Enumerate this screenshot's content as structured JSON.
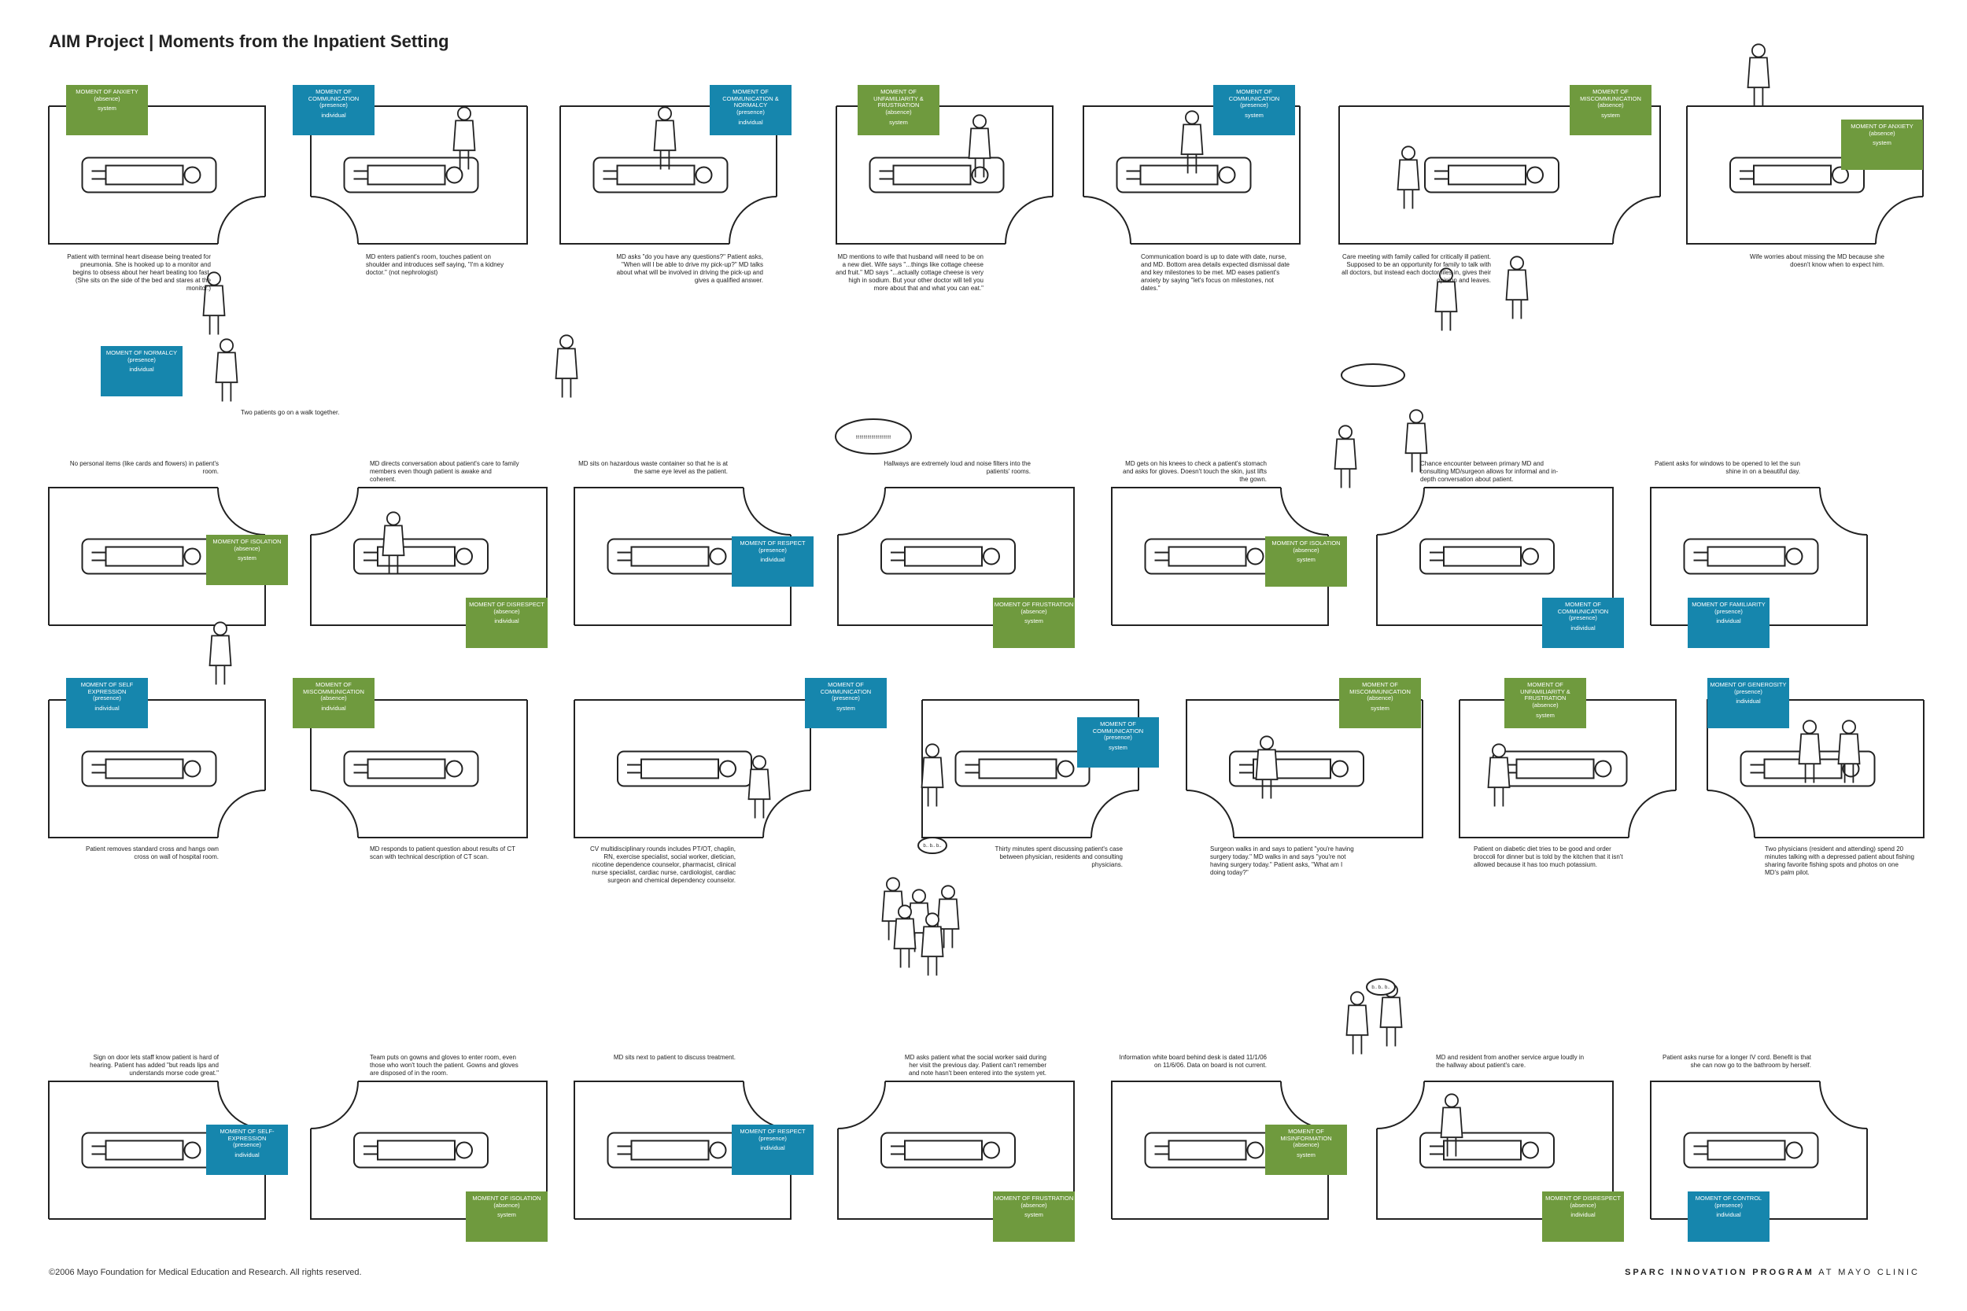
{
  "title": "AIM Project | Moments from the Inpatient Setting",
  "footer": {
    "copyright": "©2006 Mayo Foundation for Medical Education and Research. All rights reserved.",
    "brand_bold": "SPARC INNOVATION PROGRAM",
    "brand_rest": " AT MAYO CLINIC"
  },
  "colors": {
    "absence": "#6f9a3e",
    "presence": "#1686ad"
  },
  "speech": {
    "noise": "!!!!!!!!!!!!!!!!!!!!!!!!!!!",
    "blah": "b.. b.. b..",
    "hurry": "b.. b.. b.."
  },
  "moments": [
    {
      "label": "MOMENT OF ANXIETY",
      "mode": "(absence)",
      "scope": "system",
      "caption": "Patient with terminal heart disease being treated for pneumonia. She is hooked up to a monitor and begins to obsess about her heart beating too fast. (She sits on the side of the bed and stares at the monitor.)"
    },
    {
      "label": "MOMENT OF COMMUNICATION",
      "mode": "(presence)",
      "scope": "individual",
      "caption": "MD enters patient's room, touches patient on shoulder and introduces self saying, \"I'm a kidney doctor.\" (not nephrologist)"
    },
    {
      "label": "MOMENT OF COMMUNICATION & NORMALCY",
      "mode": "(presence)",
      "scope": "individual",
      "caption": "MD asks \"do you have any questions?\" Patient asks, \"When will I be able to drive my pick-up?\" MD talks about what will be involved in driving the pick-up and gives a qualified answer."
    },
    {
      "label": "MOMENT OF UNFAMILIARITY & FRUSTRATION",
      "mode": "(absence)",
      "scope": "system",
      "caption": "MD mentions to wife that husband will need to be on a new diet. Wife says \"...things like cottage cheese and fruit.\" MD says \"...actually cottage cheese is very high in sodium. But your other doctor will tell you more about that and what you can eat.\""
    },
    {
      "label": "MOMENT OF COMMUNICATION",
      "mode": "(presence)",
      "scope": "system",
      "caption": "Communication board is up to date with date, nurse, and MD. Bottom area details expected dismissal date and key milestones to be met. MD eases patient's anxiety by saying \"let's focus on milestones, not dates.\""
    },
    {
      "label": "MOMENT OF MISCOMMUNICATION",
      "mode": "(absence)",
      "scope": "system",
      "caption": "Care meeting with family called for critically ill patient. Supposed to be an opportunity for family to talk with all doctors, but instead each doctor files in, gives their opinion and leaves."
    },
    {
      "label": "MOMENT OF ANXIETY",
      "mode": "(absence)",
      "scope": "system",
      "caption": "Wife worries about missing the MD because she doesn't know when to expect him."
    },
    {
      "label": "MOMENT OF NORMALCY",
      "mode": "(presence)",
      "scope": "individual",
      "caption": "Two patients go on a walk together."
    },
    {
      "label": "MOMENT OF ISOLATION",
      "mode": "(absence)",
      "scope": "system",
      "caption": "No personal items (like cards and flowers) in patient's room."
    },
    {
      "label": "MOMENT OF DISRESPECT",
      "mode": "(absence)",
      "scope": "individual",
      "caption": "MD directs conversation about patient's care to family members even though patient is awake and coherent."
    },
    {
      "label": "MOMENT OF RESPECT",
      "mode": "(presence)",
      "scope": "individual",
      "caption": "MD sits on hazardous waste container so that he is at the same eye level as the patient."
    },
    {
      "label": "MOMENT OF FRUSTRATION",
      "mode": "(absence)",
      "scope": "system",
      "caption": "Hallways are extremely loud and noise filters into the patients' rooms."
    },
    {
      "label": "MOMENT OF ISOLATION",
      "mode": "(absence)",
      "scope": "system",
      "caption": "MD gets on his knees to check a patient's stomach and asks for gloves. Doesn't touch the skin, just lifts the gown."
    },
    {
      "label": "MOMENT OF COMMUNICATION",
      "mode": "(presence)",
      "scope": "individual",
      "caption": "Chance encounter between primary MD and consulting MD/surgeon allows for informal and in-depth conversation about patient."
    },
    {
      "label": "MOMENT OF FAMILIARITY",
      "mode": "(presence)",
      "scope": "individual",
      "caption": "Patient asks for windows to be opened to let the sun shine in on a beautiful day."
    },
    {
      "label": "MOMENT OF SELF EXPRESSION",
      "mode": "(presence)",
      "scope": "individual",
      "caption": "Patient removes standard cross and hangs own cross on wall of hospital room."
    },
    {
      "label": "MOMENT OF MISCOMMUNICATION",
      "mode": "(absence)",
      "scope": "individual",
      "caption": "MD responds to patient question about results of CT scan with technical description of CT scan."
    },
    {
      "label": "MOMENT OF COMMUNICATION",
      "mode": "(presence)",
      "scope": "system",
      "caption": "CV multidisciplinary rounds includes PT/OT, chaplin, RN, exercise specialist, social worker, dietician, nicotine dependence counselor, pharmacist, clinical nurse specialist, cardiac nurse, cardiologist, cardiac surgeon and chemical dependency counselor."
    },
    {
      "label": "MOMENT OF COMMUNICATION",
      "mode": "(presence)",
      "scope": "system",
      "caption": "Thirty minutes spent discussing patient's case between physician, residents and consulting physicians."
    },
    {
      "label": "MOMENT OF MISCOMMUNICATION",
      "mode": "(absence)",
      "scope": "system",
      "caption": "Surgeon walks in and says to patient \"you're having surgery today.\" MD walks in and says \"you're not having surgery today.\" Patient asks, \"What am I doing today?\""
    },
    {
      "label": "MOMENT OF UNFAMILIARITY & FRUSTRATION",
      "mode": "(absence)",
      "scope": "system",
      "caption": "Patient on diabetic diet tries to be good and order broccoli for dinner but is told by the kitchen that it isn't allowed because it has too much potassium."
    },
    {
      "label": "MOMENT OF GENEROSITY",
      "mode": "(presence)",
      "scope": "individual",
      "caption": "Two physicians (resident and attending) spend 20 minutes talking with a depressed patient about fishing sharing favorite fishing spots and photos on one MD's palm pilot."
    },
    {
      "label": "MOMENT OF SELF-EXPRESSION",
      "mode": "(presence)",
      "scope": "individual",
      "caption": "Sign on door lets staff know patient is hard of hearing. Patient has added \"but reads lips and understands morse code great.\""
    },
    {
      "label": "MOMENT OF ISOLATION",
      "mode": "(absence)",
      "scope": "system",
      "caption": "Team puts on gowns and gloves to enter room, even those who won't touch the patient. Gowns and gloves are disposed of in the room."
    },
    {
      "label": "MOMENT OF RESPECT",
      "mode": "(presence)",
      "scope": "individual",
      "caption": "MD sits next to patient to discuss treatment."
    },
    {
      "label": "MOMENT OF FRUSTRATION",
      "mode": "(absence)",
      "scope": "system",
      "caption": "MD asks patient what the social worker said during her visit the previous day. Patient can't remember and note hasn't been entered into the system yet."
    },
    {
      "label": "MOMENT OF MISINFORMATION",
      "mode": "(absence)",
      "scope": "system",
      "caption": "Information white board behind desk is dated 11/1/06 on 11/6/06. Data on board is not current."
    },
    {
      "label": "MOMENT OF DISRESPECT",
      "mode": "(absence)",
      "scope": "individual",
      "caption": "MD and resident from another service argue loudly in the hallway about patient's care."
    },
    {
      "label": "MOMENT OF CONTROL",
      "mode": "(presence)",
      "scope": "individual",
      "caption": "Patient asks nurse for a longer IV cord. Benefit is that she can now go to the bathroom by herself."
    }
  ]
}
